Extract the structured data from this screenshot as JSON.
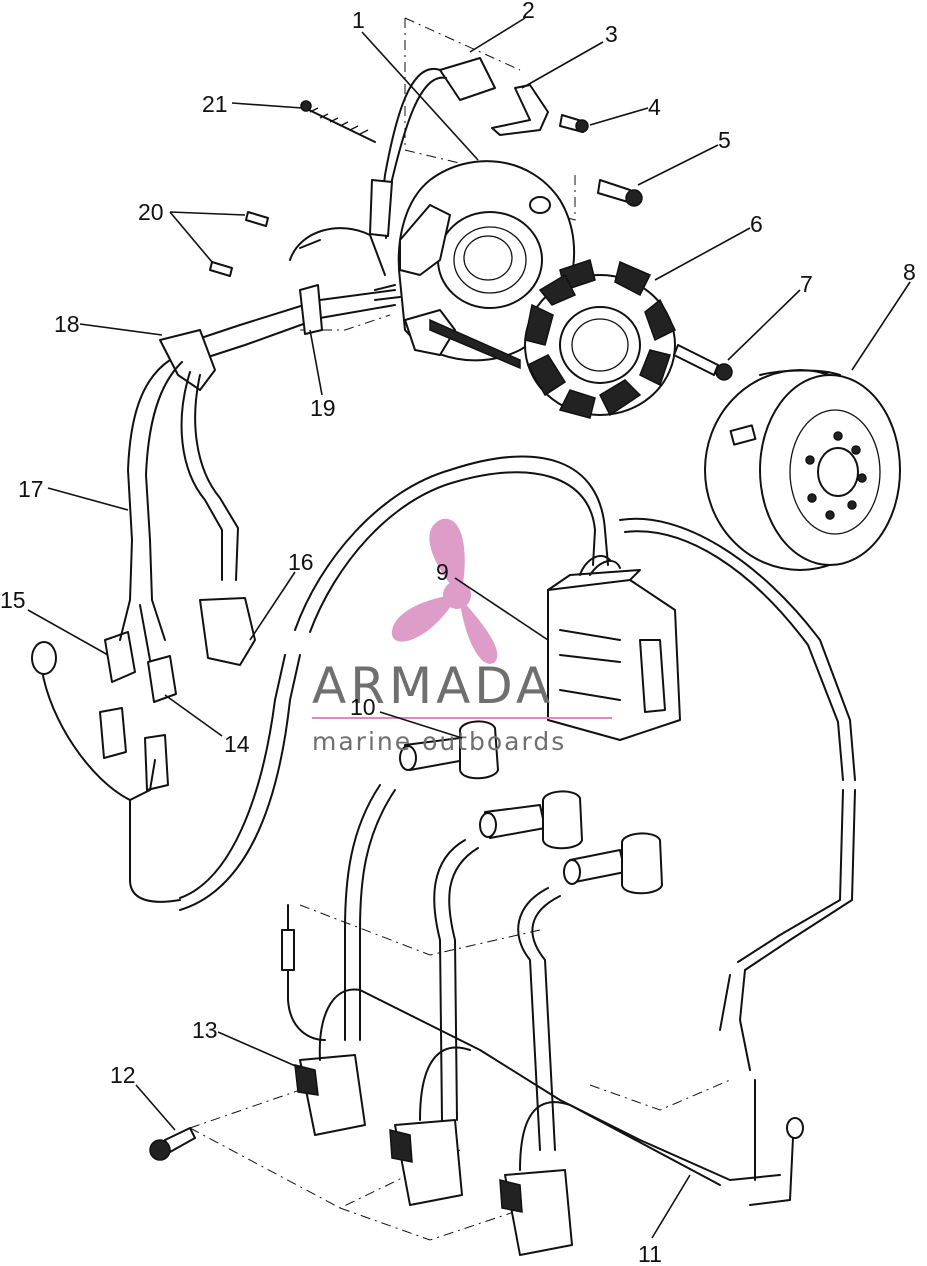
{
  "callouts": [
    "1",
    "2",
    "3",
    "4",
    "5",
    "6",
    "7",
    "8",
    "9",
    "10",
    "11",
    "12",
    "13",
    "14",
    "15",
    "16",
    "17",
    "18",
    "19",
    "20",
    "21"
  ],
  "watermark": {
    "brand": "ARMADA",
    "tagline": "marine outboards",
    "accent_color": "#d98cc0",
    "text_color": "#6f6f6f"
  }
}
